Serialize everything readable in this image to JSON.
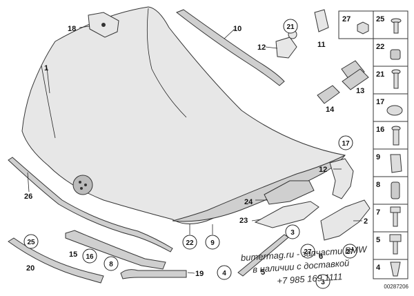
{
  "diagram": {
    "labels": [
      "1",
      "18",
      "10",
      "12",
      "21",
      "11",
      "13",
      "14",
      "17",
      "12",
      "24",
      "23",
      "3",
      "2",
      "26",
      "22",
      "9",
      "25",
      "15",
      "16",
      "20",
      "8",
      "19",
      "4",
      "5",
      "6",
      "27",
      "27",
      "3"
    ],
    "side_panel": [
      "27",
      "25",
      "22",
      "21",
      "17",
      "16",
      "9",
      "8",
      "7",
      "5",
      "4"
    ],
    "watermark": {
      "line1": "bumermag.ru - запчасти BMW",
      "line2": "в наличии с доставкой",
      "line3": "+7 985 169 1111"
    },
    "doc_id": "00287206"
  }
}
